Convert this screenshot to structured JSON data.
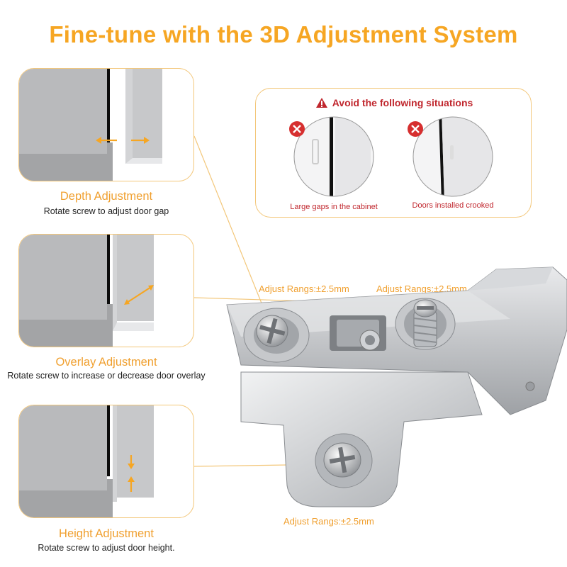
{
  "title": "Fine-tune with the 3D Adjustment System",
  "panels": [
    {
      "title": "Depth Adjustment",
      "desc": "Rotate screw to adjust door gap"
    },
    {
      "title": "Overlay Adjustment",
      "desc": "Rotate screw to increase or decrease door overlay"
    },
    {
      "title": "Height Adjustment",
      "desc": "Rotate screw to adjust door height."
    }
  ],
  "warning": {
    "heading": "Avoid the following situations",
    "items": [
      {
        "label": "Large gaps in the cabinet"
      },
      {
        "label": "Doors installed crooked"
      }
    ]
  },
  "ranges": {
    "left_screw": "Adjust Rangs:±2.5mm",
    "right_screw": "Adjust Rangs:±2.5mm",
    "base_screw": "Adjust Rangs:±2.5mm"
  },
  "colors": {
    "accent": "#f6a623",
    "warning": "#c0262d",
    "border": "#f3c77a"
  },
  "icons": [
    "warning-triangle-icon",
    "x-mark-icon",
    "arrow-icon"
  ]
}
